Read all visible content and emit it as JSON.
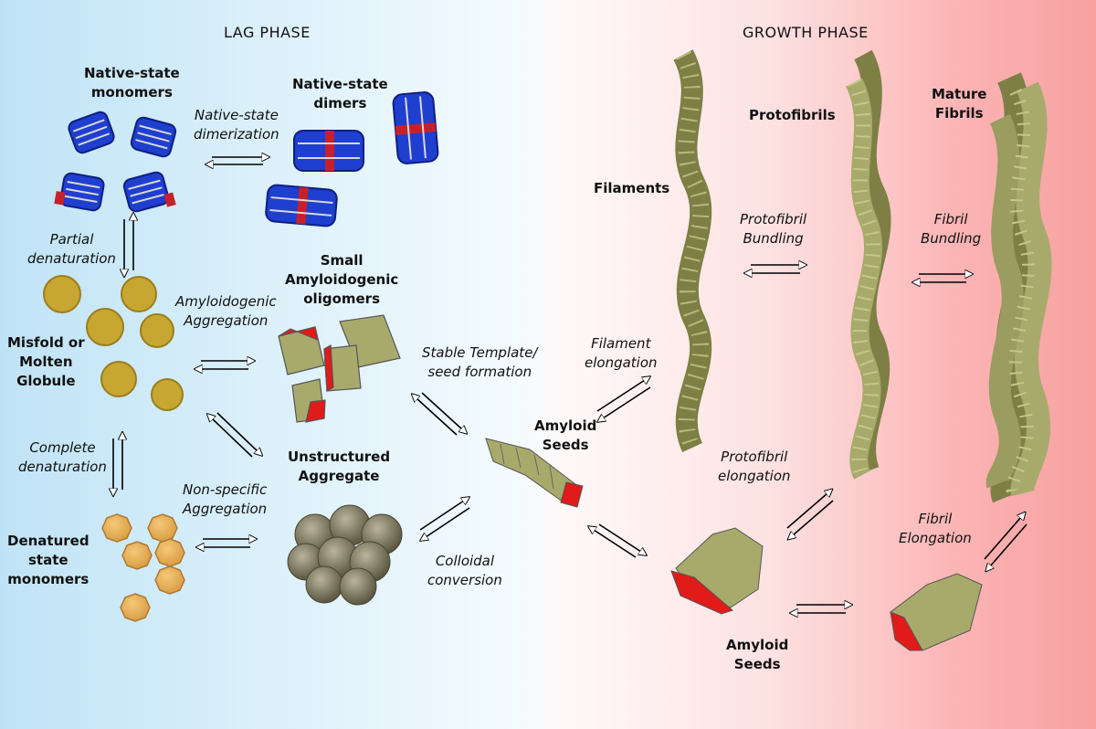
{
  "phases": {
    "lag": "LAG PHASE",
    "growth": "GROWTH PHASE"
  },
  "species": {
    "native_monomers": [
      "Native-state",
      "monomers"
    ],
    "native_dimers": [
      "Native-state",
      "dimers"
    ],
    "misfold": [
      "Misfold or",
      "Molten",
      "Globule"
    ],
    "denatured": [
      "Denatured",
      "state",
      "monomers"
    ],
    "small_oligomers": [
      "Small",
      "Amyloidogenic",
      "oligomers"
    ],
    "unstructured": [
      "Unstructured",
      "Aggregate"
    ],
    "amyloid_seeds_center": [
      "Amyloid",
      "Seeds"
    ],
    "amyloid_seeds_bottom": [
      "Amyloid",
      "Seeds"
    ],
    "filaments": "Filaments",
    "protofibrils": "Protofibrils",
    "mature_fibrils": [
      "Mature",
      "Fibrils"
    ]
  },
  "processes": {
    "dimerization": [
      "Native-state",
      "dimerization"
    ],
    "partial_denaturation": [
      "Partial",
      "denaturation"
    ],
    "amyloidogenic_aggregation": [
      "Amyloidogenic",
      "Aggregation"
    ],
    "complete_denaturation": [
      "Complete",
      "denaturation"
    ],
    "nonspecific_aggregation": [
      "Non-specific",
      "Aggregation"
    ],
    "stable_template": [
      "Stable Template/",
      "seed formation"
    ],
    "colloidal_conversion": [
      "Colloidal",
      "conversion"
    ],
    "filament_elongation": [
      "Filament",
      "elongation"
    ],
    "protofibril_bundling": [
      "Protofibril",
      "Bundling"
    ],
    "fibril_bundling": [
      "Fibril",
      "Bundling"
    ],
    "protofibril_elongation": [
      "Protofibril",
      "elongation"
    ],
    "fibril_elongation": [
      "Fibril",
      "Elongation"
    ]
  },
  "colors": {
    "protein_blue": "#1f3fd0",
    "helix_red": "#c8202a",
    "globule_gold": "#c8a632",
    "denatured_orange": "#e8b058",
    "aggregate_gray": "#8e8a70",
    "fibril_olive": "#a8aa6c",
    "seed_face_red": "#e11a1a"
  }
}
